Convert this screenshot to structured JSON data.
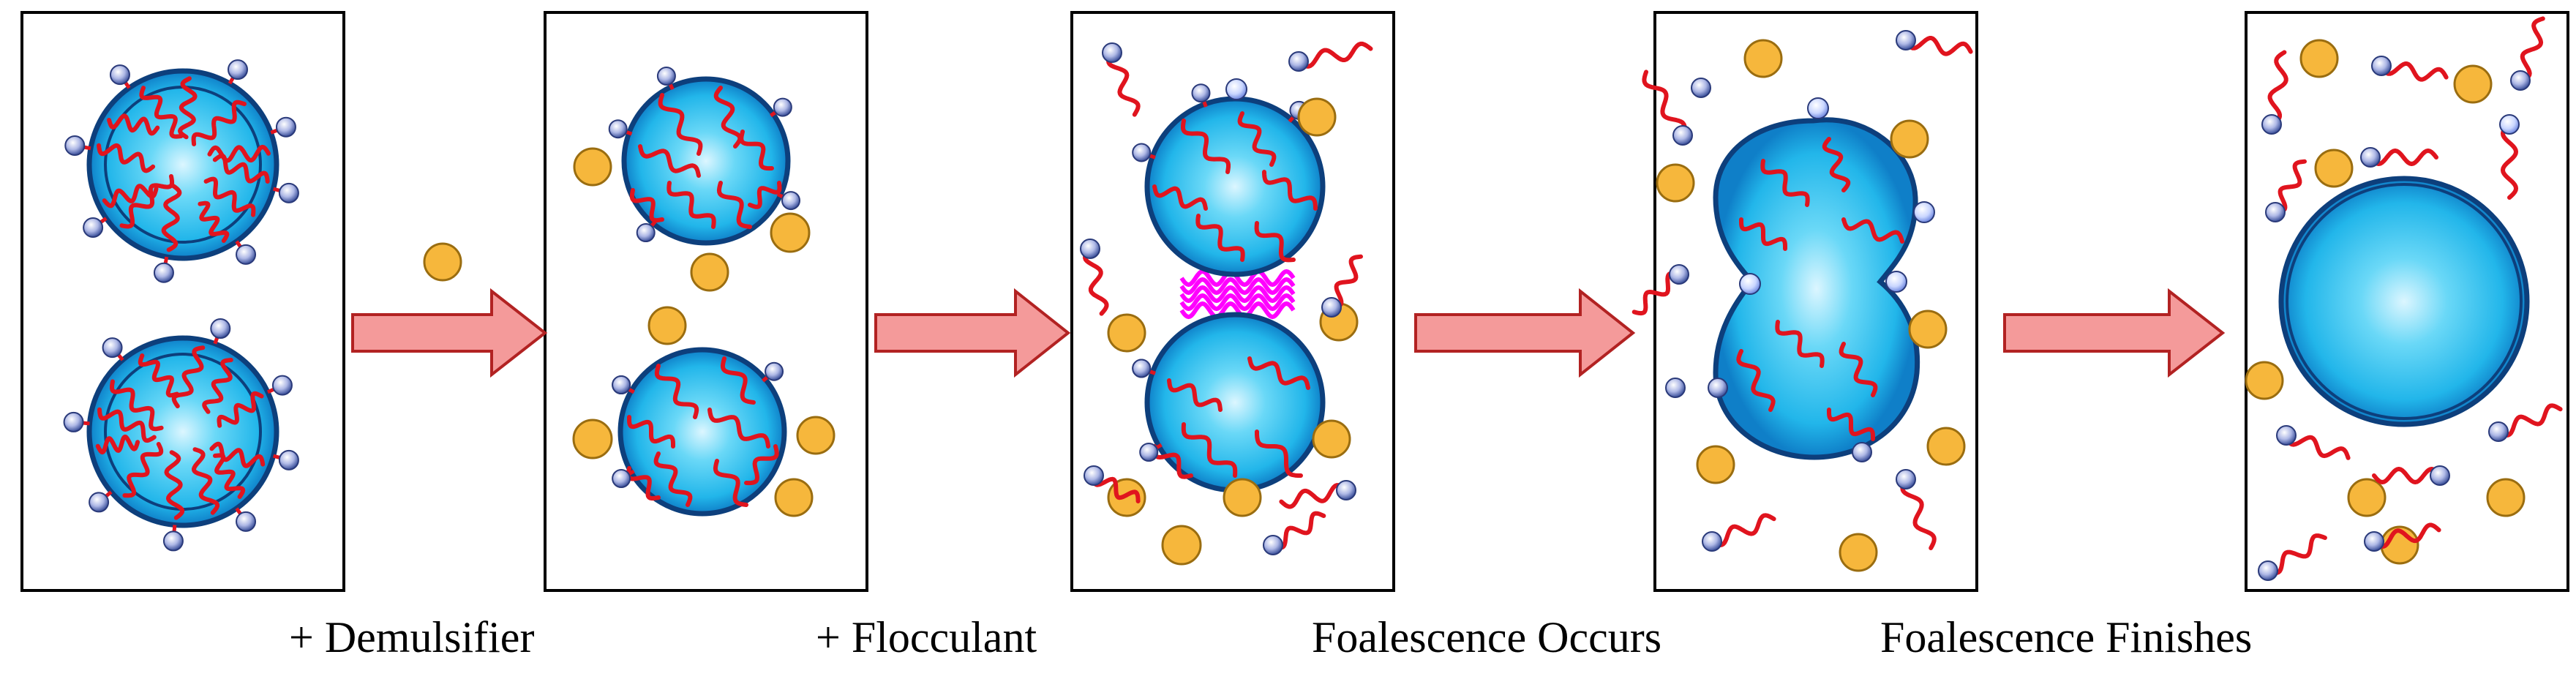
{
  "colors": {
    "droplet_light": "#dcf6ff",
    "droplet_mid": "#35c8f0",
    "droplet_dark": "#0f7fc8",
    "droplet_outline": "#0d3f7c",
    "chain": "#e0141e",
    "head_light": "#ffffff",
    "head_dark": "#3a4f9a",
    "demulsifier_fill": "#f6b73c",
    "demulsifier_outline": "#9a6d10",
    "flocculant": "#ff00ff",
    "arrow_fill": "#f49a9a",
    "arrow_outline": "#b22222",
    "frame": "#000000"
  },
  "captions": {
    "step1": "+ Demulsifier",
    "step2": "+ Flocculant",
    "step3": "Foalescence Occurs",
    "step4": "Foalescence Finishes"
  }
}
